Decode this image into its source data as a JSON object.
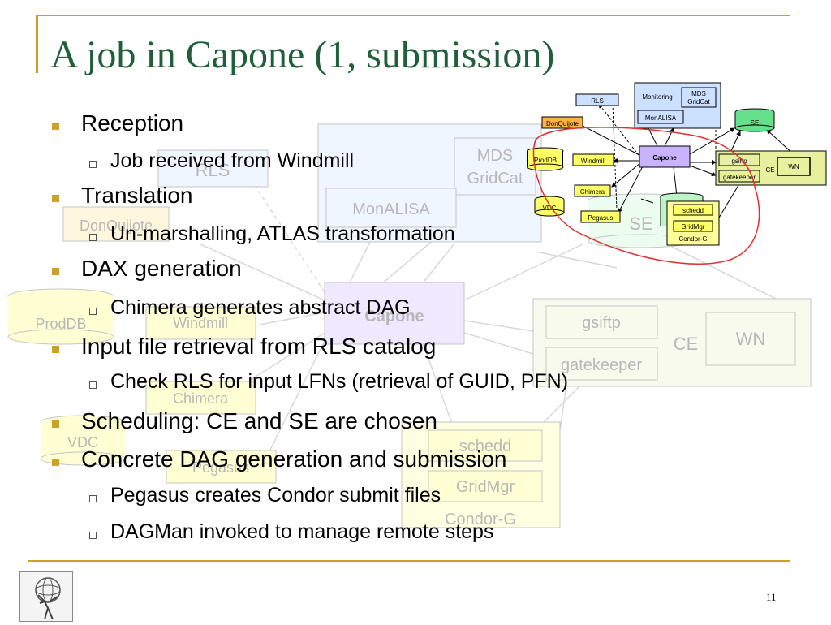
{
  "slide": {
    "title": "A job in Capone (1, submission)",
    "page_number": "11"
  },
  "bullets": [
    {
      "level": 1,
      "text": "Reception"
    },
    {
      "level": 2,
      "text": "Job received from Windmill"
    },
    {
      "level": 1,
      "text": "Translation"
    },
    {
      "level": 2,
      "text": "Un-marshalling, ATLAS transformation"
    },
    {
      "level": 1,
      "text": "DAX generation"
    },
    {
      "level": 2,
      "text": "Chimera generates abstract DAG"
    },
    {
      "level": 1,
      "text": "Input file retrieval from RLS catalog"
    },
    {
      "level": 2,
      "text": "Check RLS for input LFNs (retrieval of GUID, PFN)"
    },
    {
      "level": 1,
      "text": "Scheduling: CE and SE are chosen"
    },
    {
      "level": 1,
      "text": "Concrete DAG generation and submission"
    },
    {
      "level": 2,
      "text": "Pegasus creates Condor submit files"
    },
    {
      "level": 2,
      "text": "DAGMan invoked to manage remote steps"
    }
  ],
  "diagram_labels": {
    "rls": "RLS",
    "donquijote": "DonQuijote",
    "prodDB": "ProdDB",
    "windmill": "Windmill",
    "chimera": "Chimera",
    "vdc": "VDC",
    "pegasus": "Pegasus",
    "capone": "Capone",
    "monitoring": "Monitoring",
    "mds": "MDS",
    "gridcat": "GridCat",
    "monalisa": "MonALISA",
    "se": "SE",
    "gsiftp": "gsiftp",
    "gatekeeper": "gatekeeper",
    "ce": "CE",
    "wn": "WN",
    "schedd": "schedd",
    "gridmgr": "GridMgr",
    "condorg": "Condor-G"
  },
  "colors": {
    "accent": "#c9a227",
    "title": "#1f5f3a",
    "capone": "#c9b3ff",
    "yellow": "#ffff66",
    "blue": "#cce0ff",
    "green": "#bdf5c9",
    "highlight": "#e03030"
  }
}
